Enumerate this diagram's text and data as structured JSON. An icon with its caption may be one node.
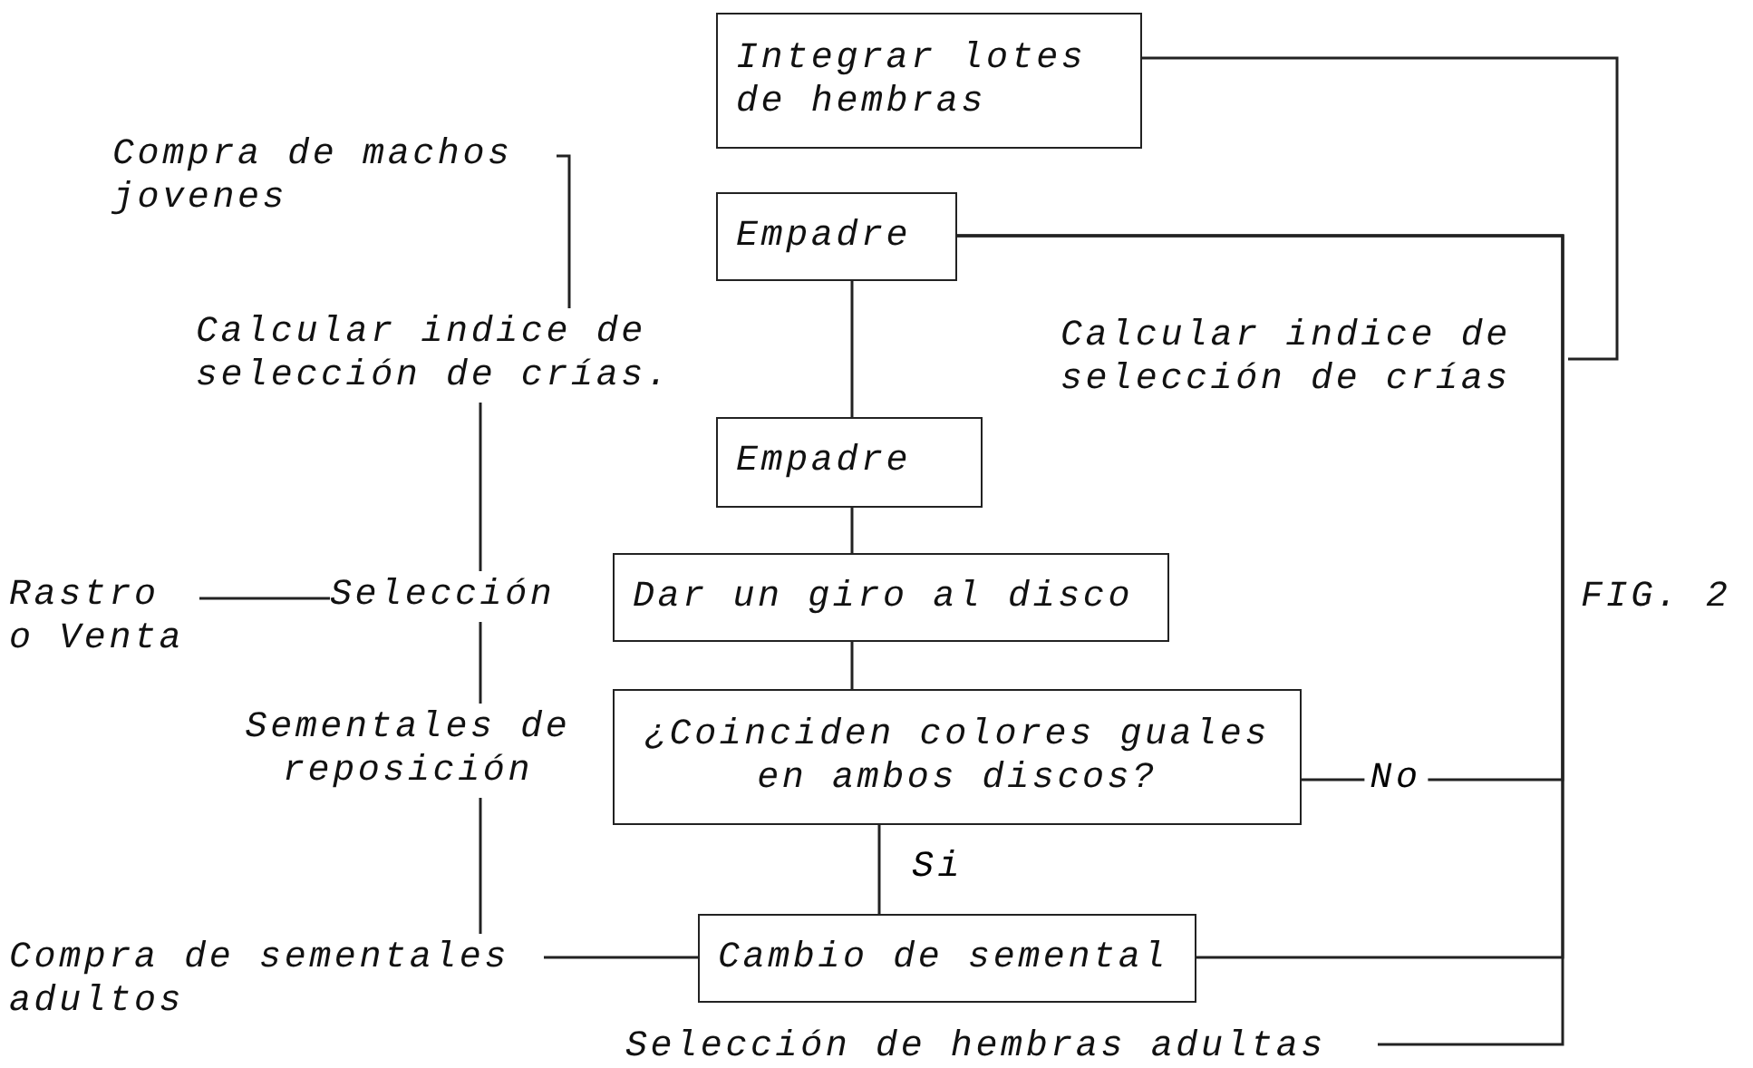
{
  "diagram": {
    "nodes": [
      {
        "text": [
          "Integrar lotes de hembras"
        ]
      },
      {
        "text": [
          "Empadre"
        ]
      },
      {
        "text": [
          "Empadre"
        ]
      },
      {
        "text": [
          "Dar un giro al disco"
        ]
      },
      {
        "text": [
          "¿Coinciden colores guales en ambos discos?"
        ]
      },
      {
        "text": [
          "Cambio de semental"
        ]
      },
      {
        "text": [
          "Compra de machos jovenes"
        ]
      },
      {
        "text": [
          "Calcular indice de selección de crías."
        ]
      },
      {
        "text": [
          "Calcular indice de selección de crías"
        ]
      },
      {
        "text": [
          "Selección"
        ]
      },
      {
        "text": [
          "Rastro o Venta"
        ]
      },
      {
        "text": [
          "Sementales de reposición"
        ]
      },
      {
        "text": [
          "Compra de sementales adultos"
        ]
      },
      {
        "text": [
          "Selección de hembras adultas"
        ]
      }
    ],
    "edges": [
      {
        "from": 0,
        "to": 8,
        "arrow": "none"
      },
      {
        "from": 6,
        "to": 7,
        "arrow": "none"
      },
      {
        "from": 7,
        "to": 9,
        "arrow": "none"
      },
      {
        "from": 9,
        "to": 11,
        "arrow": "none"
      },
      {
        "from": 11,
        "to": 12,
        "arrow": "none"
      },
      {
        "from": 12,
        "to": 5,
        "arrow": "none"
      },
      {
        "from": 10,
        "to": 9,
        "arrow": "none"
      },
      {
        "from": 1,
        "to": 2,
        "arrow": "none"
      },
      {
        "from": 2,
        "to": 3,
        "arrow": "none"
      },
      {
        "from": 3,
        "to": 4,
        "arrow": "none"
      },
      {
        "from": 4,
        "to": 5,
        "arrow": "none",
        "label": "Si"
      },
      {
        "from": 1,
        "to": 13,
        "arrow": "none"
      },
      {
        "from": 4,
        "to": 1,
        "arrow": "none",
        "label": "No"
      },
      {
        "from": 5,
        "to": 1,
        "arrow": "none"
      }
    ],
    "labels": [
      "FIG. 2"
    ]
  }
}
